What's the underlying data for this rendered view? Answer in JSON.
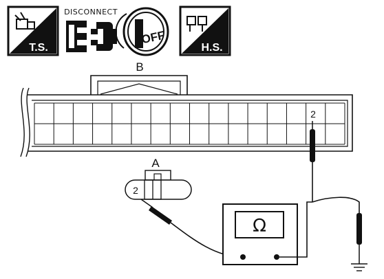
{
  "icons": {
    "ts": {
      "label": "T.S.",
      "icon": "troubleshooting-icon"
    },
    "disconnect": {
      "label": "DISCONNECT",
      "icon": "disconnect-connector-icon"
    },
    "off": {
      "label": "OFF",
      "icon": "ignition-off-icon"
    },
    "hs": {
      "label": "H.S.",
      "icon": "harness-icon"
    }
  },
  "connector_b": {
    "label": "B",
    "terminal": "2"
  },
  "connector_a": {
    "label": "A",
    "terminal": "2"
  },
  "meter": {
    "symbol": "Ω",
    "icon": "ohmmeter-icon"
  },
  "ground": {
    "icon": "ground-icon"
  },
  "colors": {
    "line": "#111111",
    "background": "#ffffff"
  }
}
